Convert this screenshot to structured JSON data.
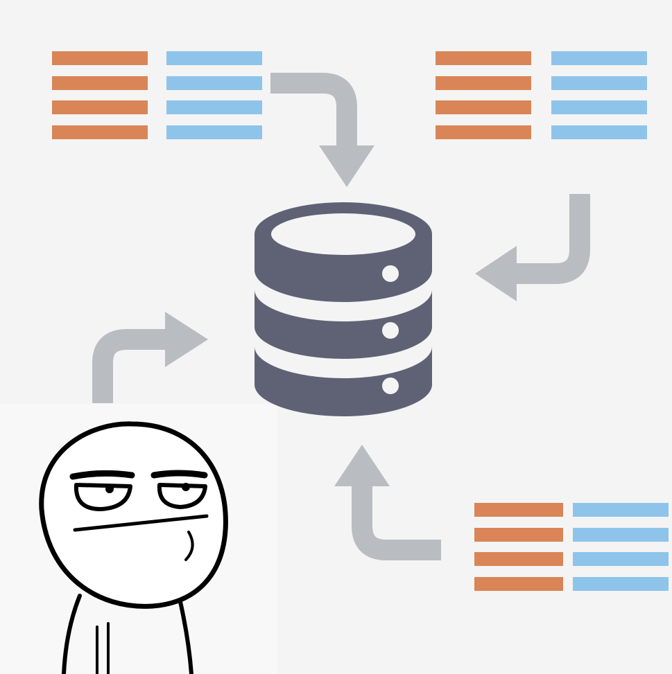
{
  "diagram": {
    "type": "data-sources-into-database",
    "nodes": [
      {
        "id": "table-top-left",
        "kind": "data-table",
        "icon": "striped-table-icon",
        "colors": [
          "#d98557",
          "#8ec4ea"
        ]
      },
      {
        "id": "table-top-right",
        "kind": "data-table",
        "icon": "striped-table-icon",
        "colors": [
          "#d98557",
          "#8ec4ea"
        ]
      },
      {
        "id": "table-bottom-right",
        "kind": "data-table",
        "icon": "striped-table-icon",
        "colors": [
          "#d98557",
          "#8ec4ea"
        ]
      },
      {
        "id": "person",
        "kind": "meme-face",
        "icon": "skeptical-face-icon"
      },
      {
        "id": "database",
        "kind": "database",
        "icon": "database-cylinder-icon",
        "color": "#5f6275"
      }
    ],
    "edges": [
      {
        "from": "table-top-left",
        "to": "database",
        "icon": "curved-arrow-icon"
      },
      {
        "from": "table-top-right",
        "to": "database",
        "icon": "curved-arrow-icon"
      },
      {
        "from": "table-bottom-right",
        "to": "database",
        "icon": "curved-arrow-icon"
      },
      {
        "from": "person",
        "to": "database",
        "icon": "curved-arrow-icon"
      }
    ],
    "colors": {
      "background": "#f4f4f4",
      "orange_stripe": "#d98557",
      "blue_stripe": "#8ec4ea",
      "arrow": "#b9bdc1",
      "database": "#5f6275"
    }
  }
}
